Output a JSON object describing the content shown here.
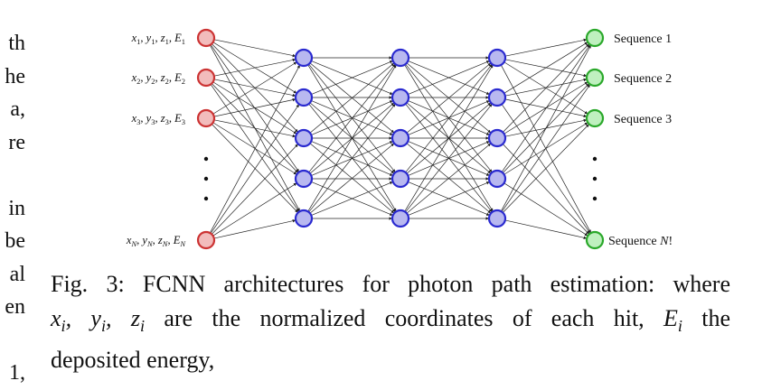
{
  "margin_fragments": [
    "th",
    "he",
    "a,",
    "re",
    "",
    "in",
    "be",
    "al",
    "en",
    "",
    "1,"
  ],
  "input_labels": [
    {
      "base": [
        "x",
        "y",
        "z",
        "E"
      ],
      "sub": "1"
    },
    {
      "base": [
        "x",
        "y",
        "z",
        "E"
      ],
      "sub": "2"
    },
    {
      "base": [
        "x",
        "y",
        "z",
        "E"
      ],
      "sub": "3"
    },
    {
      "base": [
        "x",
        "y",
        "z",
        "E"
      ],
      "sub": "N"
    }
  ],
  "output_labels": [
    "Sequence 1",
    "Sequence 2",
    "Sequence 3"
  ],
  "output_last_label": {
    "prefix": "Sequence ",
    "var": "N",
    "suffix": "!"
  },
  "colors": {
    "input_fill": "#f2bcbc",
    "input_stroke": "#cc3333",
    "hidden_fill": "#b8b8f0",
    "hidden_stroke": "#2a2ad0",
    "output_fill": "#bff0bf",
    "output_stroke": "#2aa82a"
  },
  "caption": {
    "prefix": "Fig. 3: FCNN architectures for photon path estimation: where",
    "vars": "x_i, y_i, z_i",
    "mid": " are the normalized coordinates of each hit, ",
    "energy_var": "E_i",
    "suffix": " the",
    "line3": "deposited energy,"
  }
}
